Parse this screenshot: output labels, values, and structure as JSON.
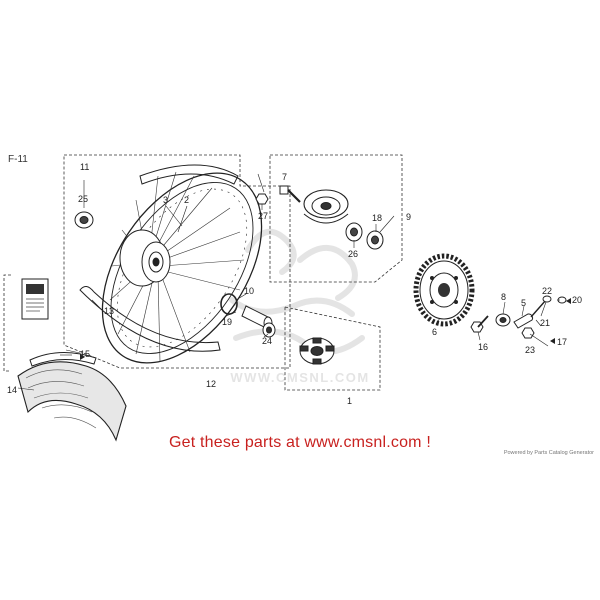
{
  "figure_code": "F-11",
  "cta_text": "Get these parts at www.cmsnl.com !",
  "powered_by": "Powered by Parts Catalog Generator",
  "watermark_text": "WWW.CMSNL.COM",
  "colors": {
    "cta": "#c8211f",
    "line": "#222222",
    "watermark": "#cfcfcf"
  },
  "callouts": {
    "n1": "1",
    "n2": "2",
    "n3": "3",
    "n5": "5",
    "n6": "6",
    "n7": "7",
    "n8": "8",
    "n9": "9",
    "n10": "10",
    "n11": "11",
    "n12": "12",
    "n13": "13",
    "n14": "14",
    "n15": "15",
    "n16": "16",
    "n17": "17",
    "n18": "18",
    "n19": "19",
    "n20": "20",
    "n21": "21",
    "n22": "22",
    "n23": "23",
    "n24": "24",
    "n25": "25",
    "n26": "26",
    "n27": "27"
  }
}
